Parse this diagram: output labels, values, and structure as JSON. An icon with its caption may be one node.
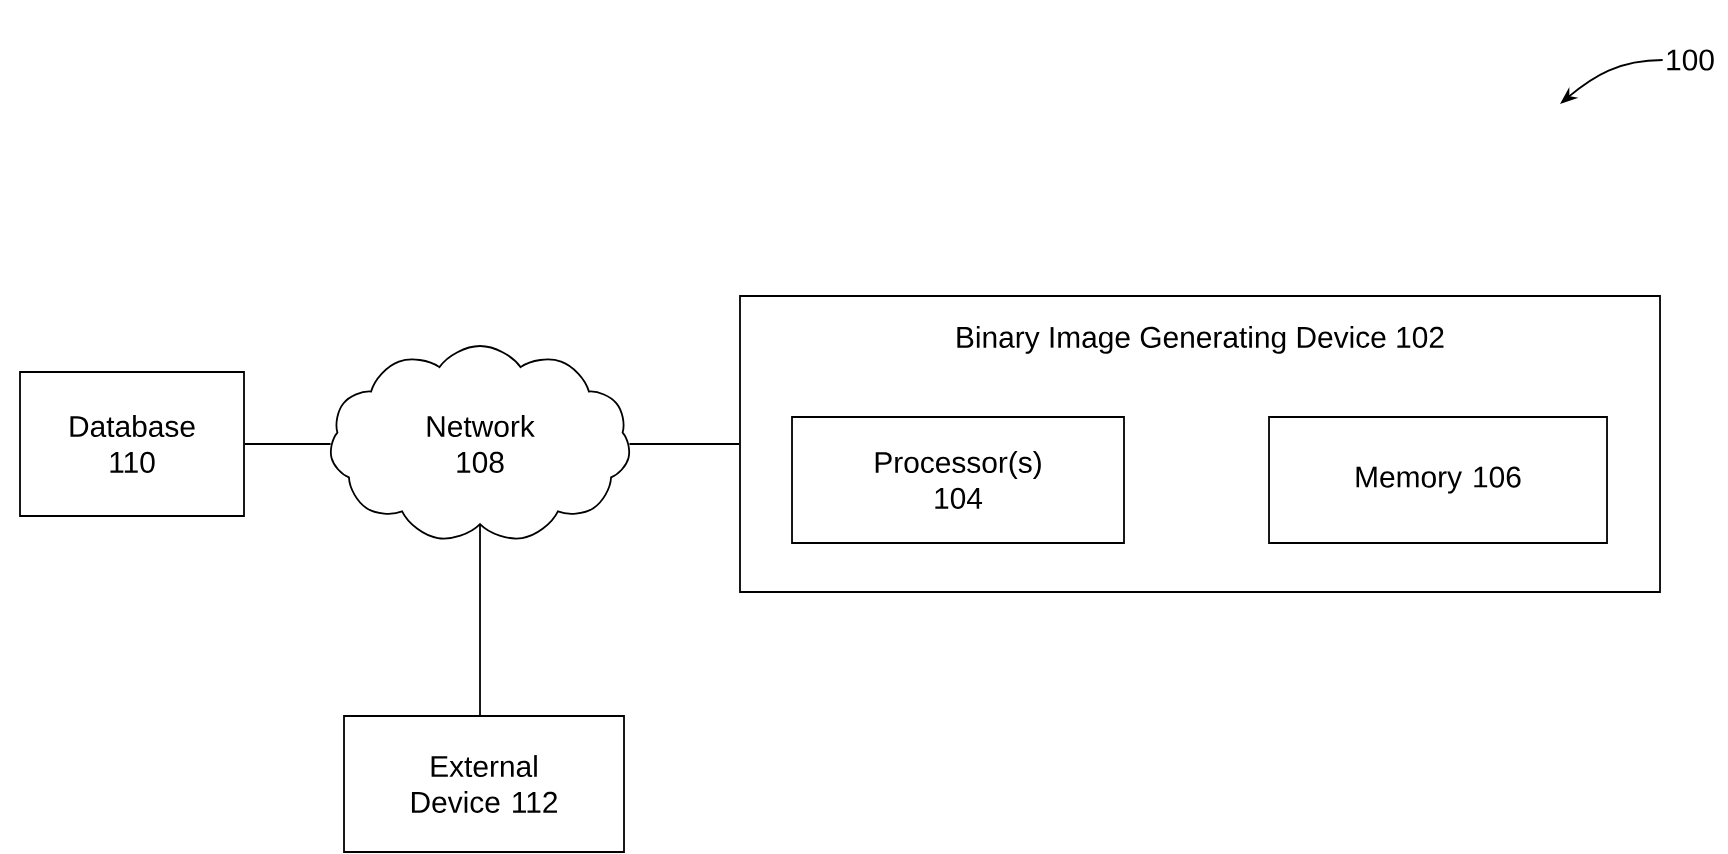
{
  "diagram": {
    "nodes": [
      {
        "text": [
          "100"
        ]
      },
      {
        "text": [
          "Database 110"
        ]
      },
      {
        "text": [
          "Network 108"
        ]
      },
      {
        "text": [
          "Binary Image Generating Device 102"
        ]
      },
      {
        "text": [
          "Processor(s) 104"
        ],
        "in": 3
      },
      {
        "text": [
          "Memory 106"
        ],
        "in": 3
      },
      {
        "text": [
          "External Device 112"
        ]
      }
    ],
    "edges": [
      {
        "from": 0,
        "to": null,
        "arrow": "to"
      },
      {
        "from": 1,
        "to": 2,
        "arrow": "none"
      },
      {
        "from": 2,
        "to": 3,
        "arrow": "none"
      },
      {
        "from": 2,
        "to": 6,
        "arrow": "none"
      }
    ]
  }
}
